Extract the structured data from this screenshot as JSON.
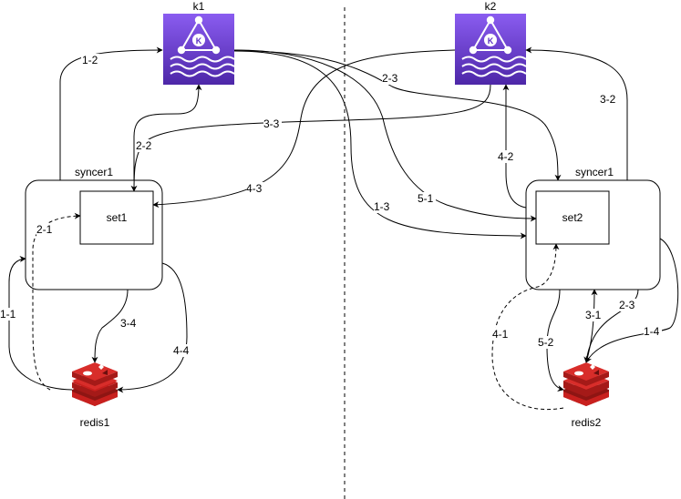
{
  "nodes": {
    "k1": {
      "label": "k1",
      "icon": "kafka-icon"
    },
    "k2": {
      "label": "k2",
      "icon": "kafka-icon"
    },
    "syncer1": {
      "label": "syncer1"
    },
    "syncer2": {
      "label": "syncer1"
    },
    "set1": {
      "label": "set1"
    },
    "set2": {
      "label": "set2"
    },
    "redis1": {
      "label": "redis1",
      "icon": "redis-icon"
    },
    "redis2": {
      "label": "redis2",
      "icon": "redis-icon"
    }
  },
  "edges": {
    "e1_1": "1-1",
    "e1_2": "1-2",
    "e1_3": "1-3",
    "e1_4": "1-4",
    "e2_1": "2-1",
    "e2_2": "2-2",
    "e2_3a": "2-3",
    "e2_3b": "2-3",
    "e3_1": "3-1",
    "e3_2": "3-2",
    "e3_3": "3-3",
    "e3_4": "3-4",
    "e4_1": "4-1",
    "e4_2": "4-2",
    "e4_3": "4-3",
    "e4_4": "4-4",
    "e5_1": "5-1",
    "e5_2": "5-2"
  },
  "colors": {
    "kafka_top": "#8a5cf0",
    "kafka_bottom": "#4d27a8",
    "redis": "#c8201e",
    "redis_dark": "#8e1513",
    "line": "#000000"
  }
}
